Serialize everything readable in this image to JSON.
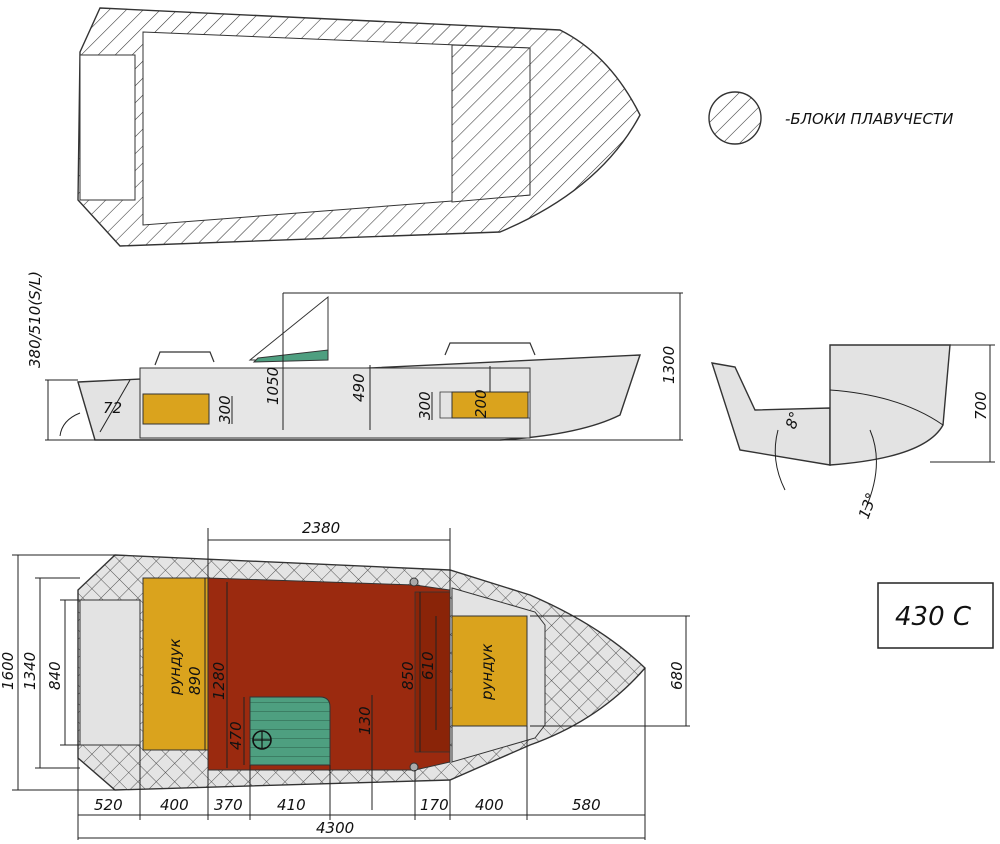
{
  "legend": {
    "text": "-БЛОКИ ПЛАВУЧЕСТИ"
  },
  "model": {
    "label": "430  С"
  },
  "side_view": {
    "transom_height": "380/510(S/L)",
    "transom_angle": "72",
    "height_1050": "1050",
    "height_490": "490",
    "box_300_a": "300",
    "box_300_b": "300",
    "box_200": "200",
    "total_height": "1300"
  },
  "transom_view": {
    "angle_8": "8°",
    "angle_13": "13°",
    "height_700": "700"
  },
  "plan_view": {
    "length_2380": "2380",
    "width_1600": "1600",
    "width_1340": "1340",
    "width_840": "840",
    "chest_890": "890",
    "chest_label_a": "рундук",
    "chest_label_b": "рундук",
    "width_1280": "1280",
    "width_470": "470",
    "width_130": "130",
    "width_850": "850",
    "width_610": "610",
    "width_680": "680",
    "seg_520": "520",
    "seg_400_a": "400",
    "seg_370": "370",
    "seg_410": "410",
    "seg_170": "170",
    "seg_400_b": "400",
    "seg_580": "580",
    "total_length": "4300"
  },
  "colors": {
    "deck_red": "#9b2a0f",
    "chest_yellow": "#daa31d",
    "console_green": "#4e9f80",
    "hull_grey": "#e3e3e3"
  }
}
